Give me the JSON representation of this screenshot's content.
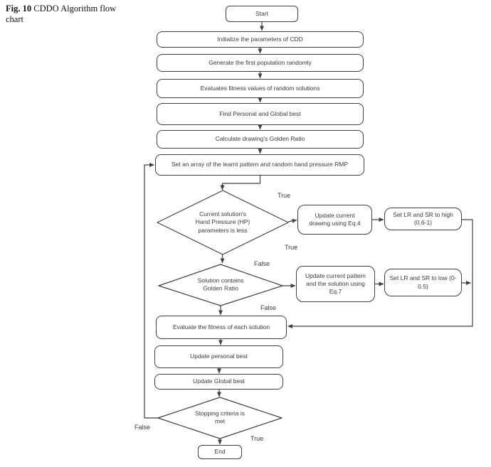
{
  "figure": {
    "caption_bold": "Fig. 10",
    "caption_title": " CDDO Algorithm flow chart"
  },
  "nodes": {
    "start": "Start",
    "init": "Initialize the parameters of CDD",
    "generate": "Generate the first population randomly",
    "evaluate_random": "Evaluates fitness values of random solutions",
    "find_best": "Find Personal and Global best",
    "golden_ratio": "Calculate drawing's Golden Ratio",
    "set_array": "Set an array of the learnt pattern and random hand pressure RMP",
    "decision_hp": "Current solution's\nHand Pressure (HP)\nparameters is less",
    "update_drawing": "Update current\ndrawing using Eq.4",
    "set_high": "Set LR and SR to high\n(0.6-1)",
    "decision_golden": "Solution contains\nGolden Ratio",
    "update_pattern": "Update current pattern\nand the solution using\nEq.7",
    "set_low": "Set LR and SR to low (0-\n0.5)",
    "evaluate_fitness": "Evaluate the fitness of each solution",
    "update_personal": "Update personal best",
    "update_global": "Update Global best",
    "decision_stop": "Stopping criteria is\nmet",
    "end": "End"
  },
  "edge_labels": {
    "hp_true": "True",
    "hp_false": "False",
    "golden_true": "True",
    "golden_false": "False",
    "stop_false": "False",
    "stop_true": "True"
  },
  "colors": {
    "line": "#404040",
    "text": "#3b3b3b",
    "background": "#ffffff"
  }
}
